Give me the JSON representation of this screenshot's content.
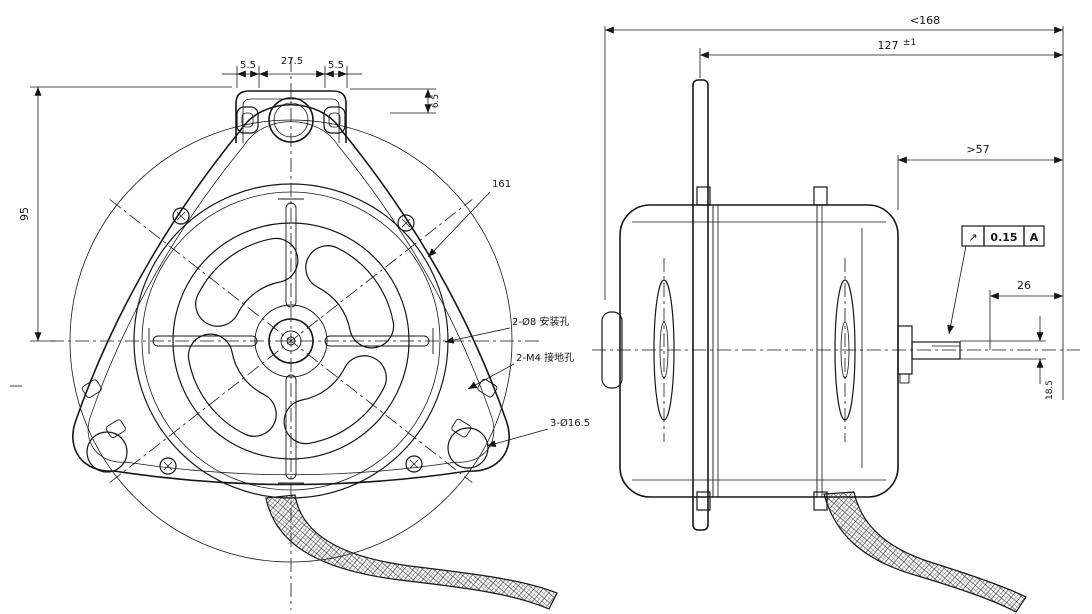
{
  "drawing": {
    "ink": "#161616",
    "background": "#ffffff"
  },
  "front_view": {
    "dim_top_left": "5.5",
    "dim_top_center": "27.5",
    "dim_top_right": "5.5",
    "dim_ear_drop": "6.5",
    "dim_overall_height": "95",
    "label_outer_diameter": "161",
    "label_mount_holes": "2-Ø8 安装孔",
    "label_ground_holes": "2-M4 接地孔",
    "label_large_holes": "3-Ø16.5"
  },
  "side_view": {
    "dim_overall_length": "<168",
    "dim_body_length": "127",
    "dim_body_length_tol": "±1",
    "dim_min_lead": ">57",
    "dim_shaft_ext": "26",
    "dim_shaft_dia": "18.5",
    "tolerance_frame": {
      "symbol": "↗",
      "value": "0.15",
      "datum": "A"
    }
  }
}
